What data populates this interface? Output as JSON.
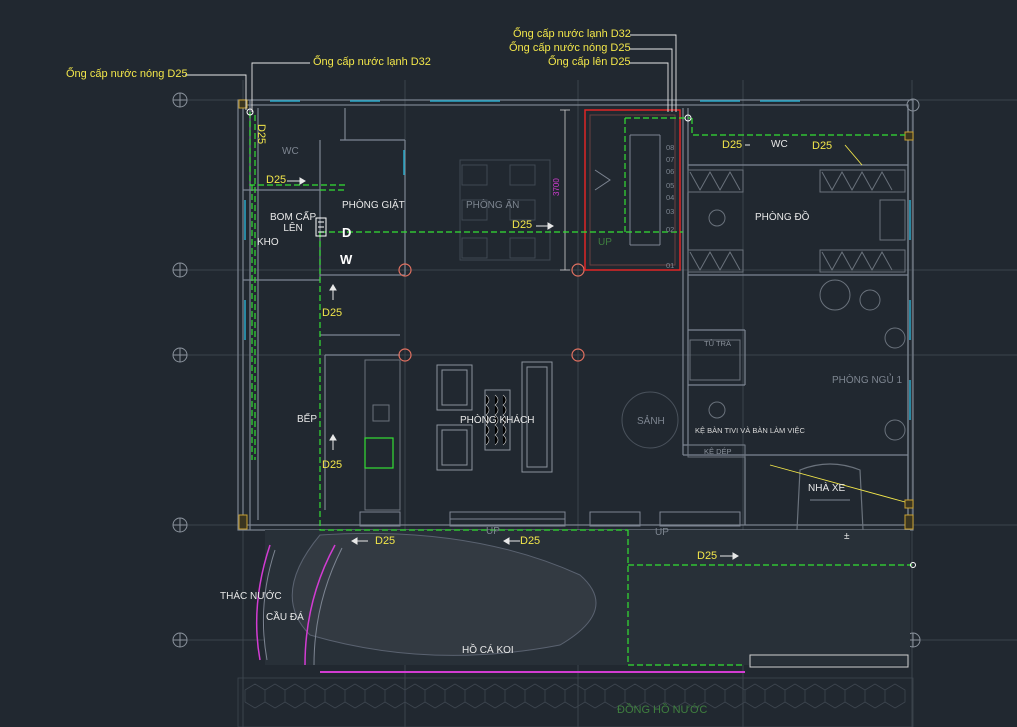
{
  "canvas": {
    "background": "#212830"
  },
  "colors": {
    "wall": "#7d8592",
    "pipe_green": "#33e033",
    "stair_red": "#e02626",
    "text_yellow": "#f2e64a",
    "leader_white": "#e8e8e8",
    "grid_line": "#4a525c",
    "column": "#e07060",
    "water": "#3a3f47",
    "magenta": "#d23cd2"
  },
  "callouts": {
    "top_left_hot": "Ống cấp nước nóng D25",
    "top_left_cold": "Ống cấp nước lạnh D32",
    "top_right_cold": "Ống cấp nước lạnh D32",
    "top_right_hot": "Ống cấp nước nóng D25",
    "top_right_riser": "Ống cấp lên D25"
  },
  "rooms": {
    "wc_left": "WC",
    "kho": "KHO",
    "bom": "BOM CẤP\nLÊN",
    "giat": "PHÒNG GIẶT",
    "an": "PHÒNG ĂN",
    "do": "PHÒNG ĐỒ",
    "wc_right": "WC",
    "tu_tra": "TỦ TRÀ",
    "ngu": "PHÒNG NGỦ 1",
    "bep": "BẾP",
    "khach": "PHÒNG KHÁCH",
    "sanh": "SẢNH",
    "ke_tivi": "KỆ BÀN TIVI VÀ BÀN LÀM VIỆC",
    "ke_dep": "KỆ DÉP",
    "nha_xe": "NHÀ XE",
    "thac": "THÁC NƯỚC",
    "cau_da": "CẦU ĐÁ",
    "ho_ca": "HỒ CÁ KOI",
    "dong_ho": "ĐỒNG HỒ NƯỚC"
  },
  "pipe_labels": {
    "d25_left_vert": "D25",
    "d25_left_h": "D25",
    "d25_mid": "D25",
    "d25_col1": "D25",
    "d25_col2": "D25",
    "d25_bottom1": "D25",
    "d25_bottom2": "D25",
    "d25_garage": "D25",
    "d25_wc_r1": "D25",
    "d25_wc_r2": "D25"
  },
  "stair": {
    "dimension": "3700",
    "up": "UP",
    "numbers": [
      "08",
      "07",
      "06",
      "05",
      "04",
      "03",
      "02",
      "01"
    ]
  },
  "markers": {
    "d": "D",
    "w": "W",
    "up_main": "UP",
    "up_right": "UP",
    "garage_mark": "±"
  }
}
